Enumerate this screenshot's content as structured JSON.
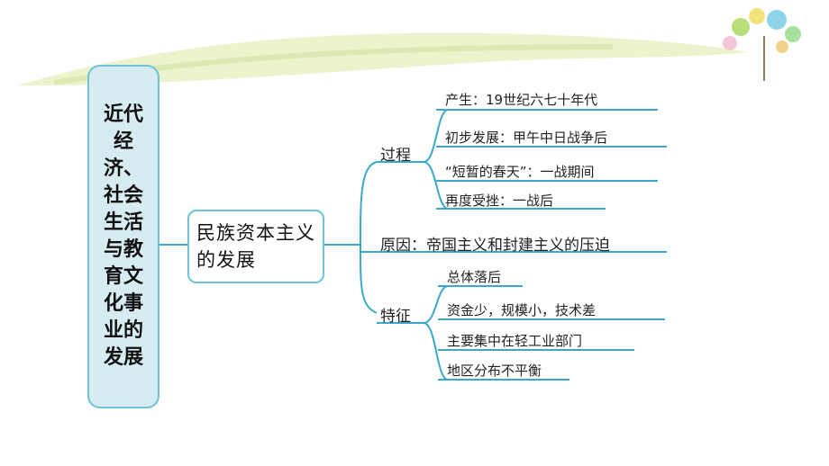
{
  "root": {
    "label": "近代经济、社会生活与教育文化事业的发展"
  },
  "topic": {
    "label": "民族资本主义的发展"
  },
  "branches": {
    "process": {
      "label": "过程",
      "items": [
        "产生：19世纪六七十年代",
        "初步发展：甲午中日战争后",
        "“短暂的春天”：一战期间",
        "再度受挫：一战后"
      ]
    },
    "reason": {
      "label": "原因：帝国主义和封建主义的压迫"
    },
    "features": {
      "label": "特征",
      "items": [
        "总体落后",
        "资金少，规模小，技术差",
        "主要集中在轻工业部门",
        "地区分布不平衡"
      ]
    }
  },
  "colors": {
    "line": "#3aa9c9",
    "box_border": "#6fc3d8",
    "root_fill": "#d6ecf1"
  }
}
